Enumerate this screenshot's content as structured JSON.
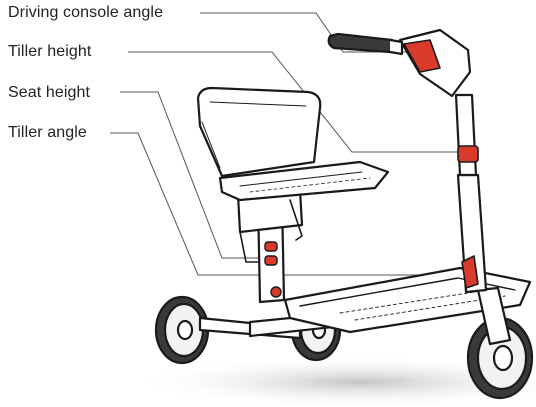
{
  "labels": {
    "driving_console_angle": "Driving console angle",
    "tiller_height": "Tiller height",
    "seat_height": "Seat height",
    "tiller_angle": "Tiller angle"
  },
  "colors": {
    "label_text": "#222222",
    "leader_line": "#555555",
    "outline": "#1a1a1a",
    "accent_red": "#d93a2b",
    "shadow": "#cfcfcf"
  }
}
